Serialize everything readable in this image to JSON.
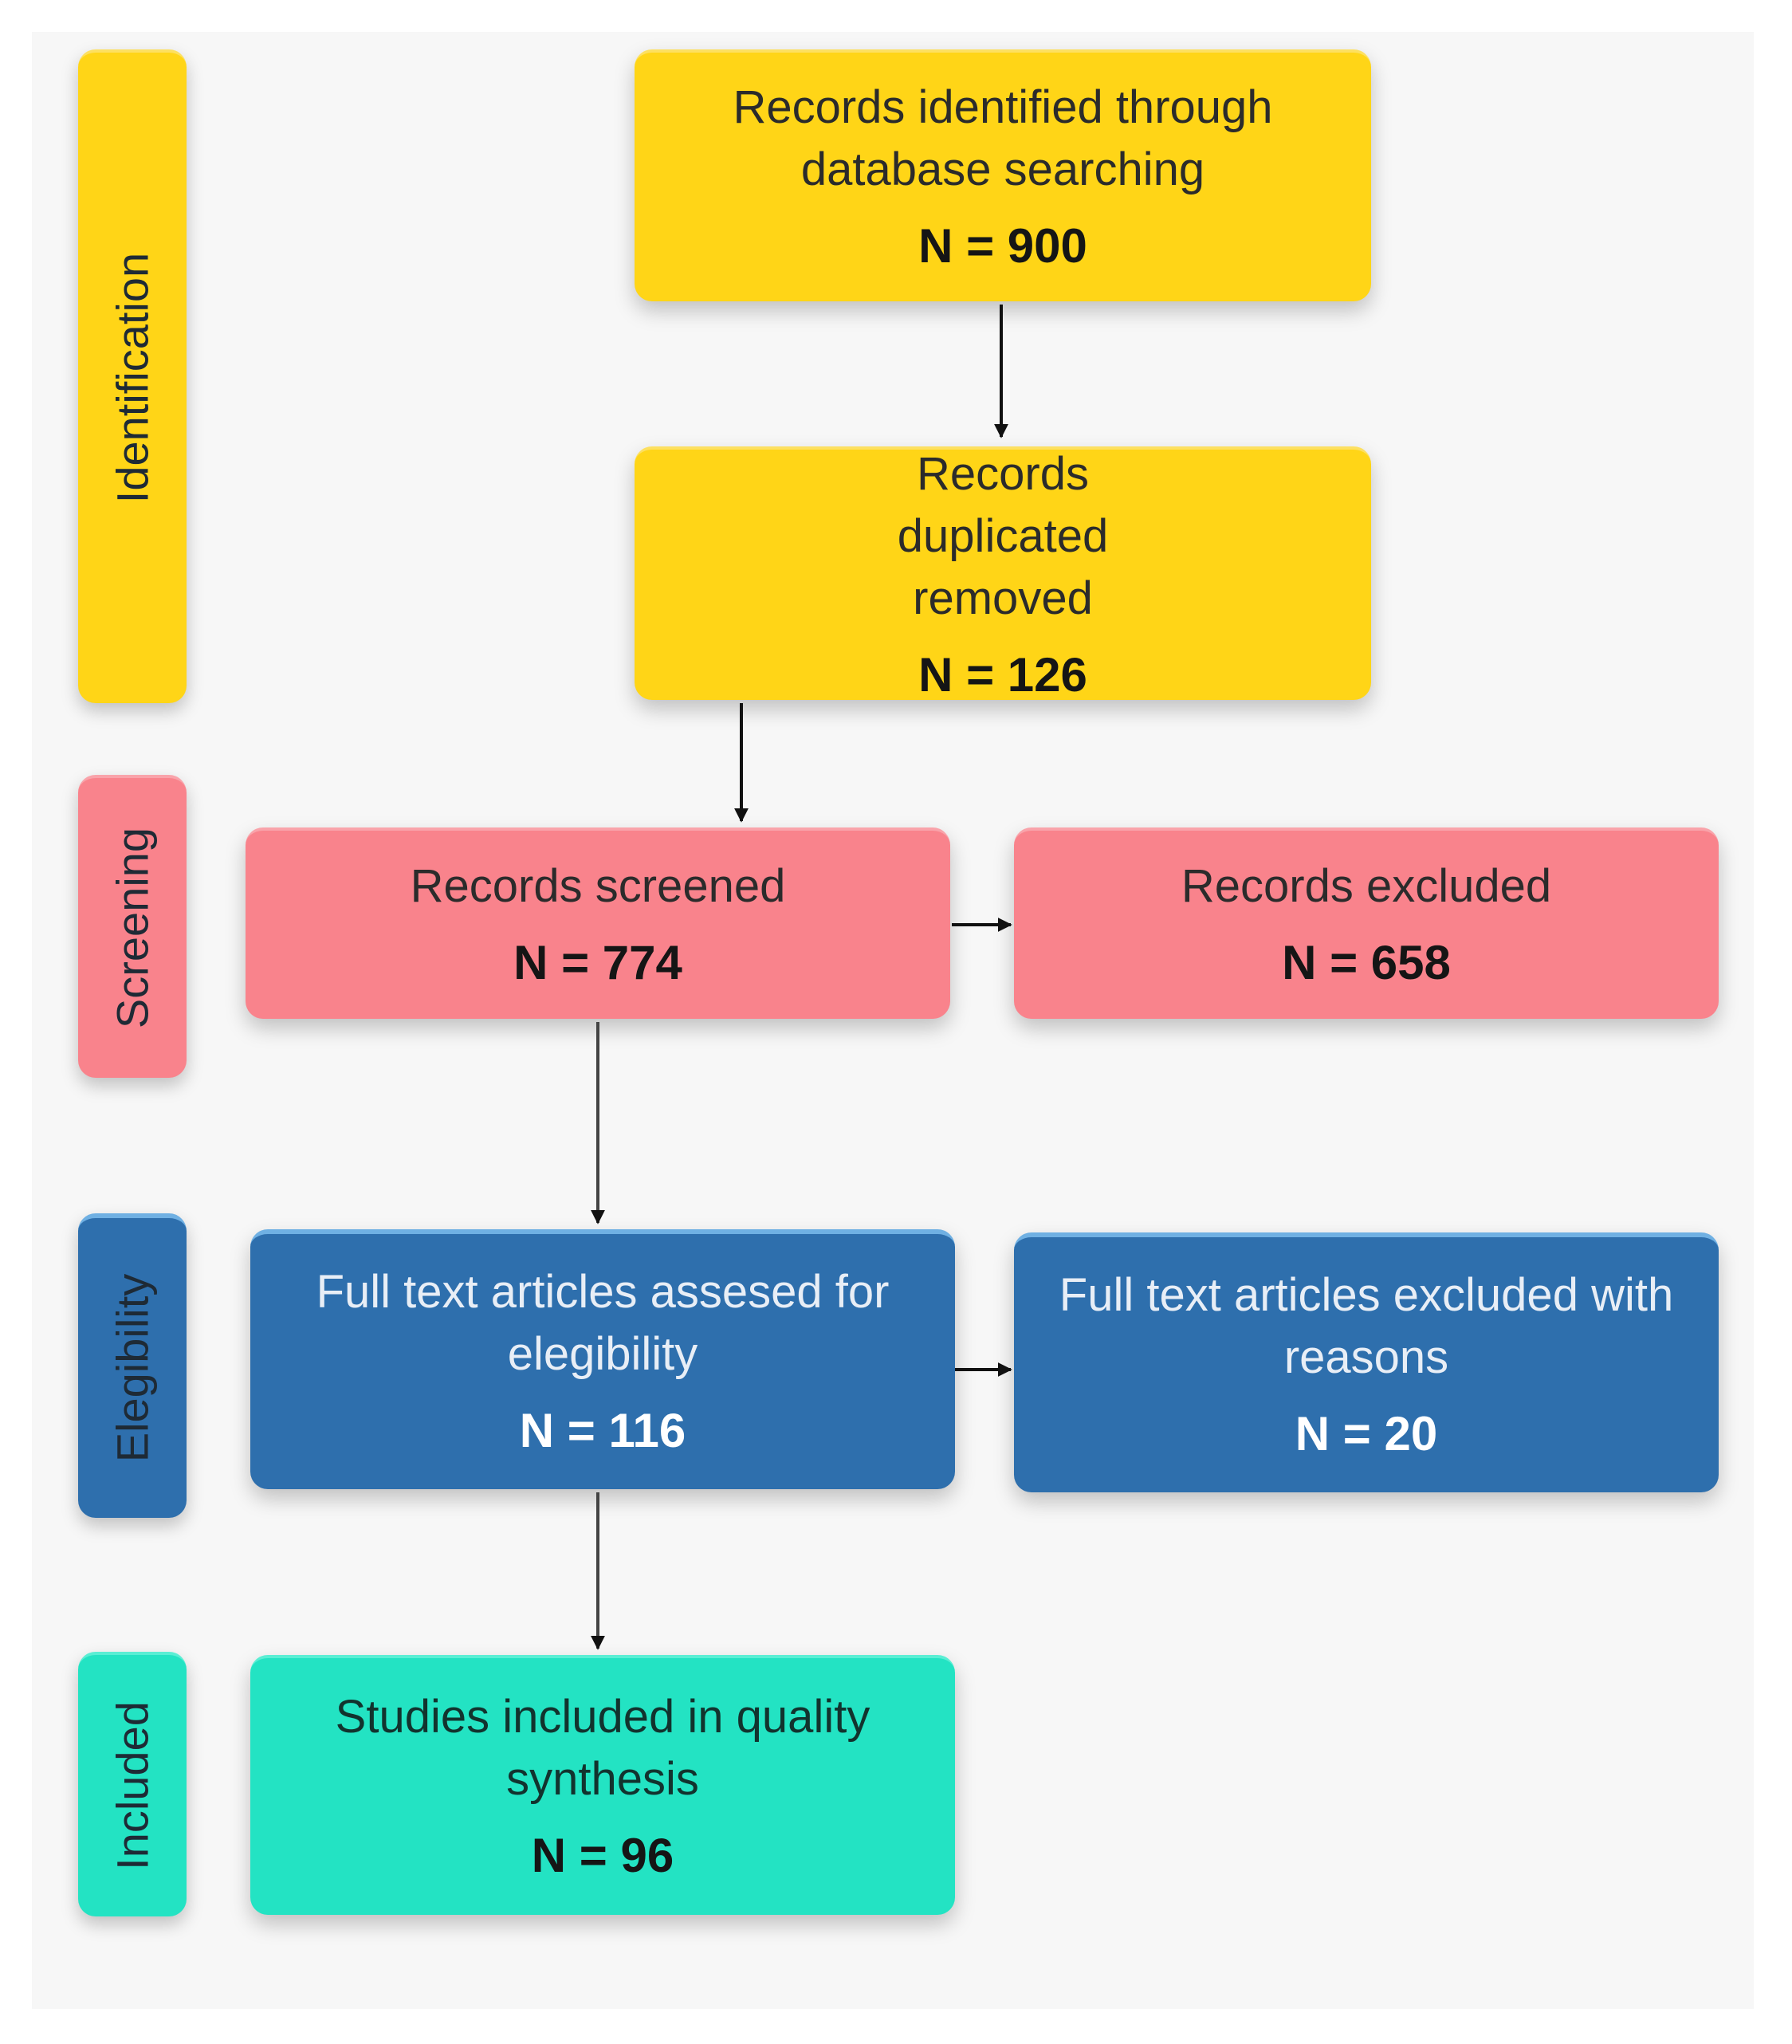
{
  "stages": {
    "identification": "Identification",
    "screening": "Screening",
    "eligibility": "Elegibility",
    "included": "Included"
  },
  "boxes": {
    "identified": {
      "label": "Records identified through database searching",
      "count": "N = 900"
    },
    "duplicates": {
      "label": "Records duplicated removed",
      "count": "N = 126"
    },
    "screened": {
      "label": "Records screened",
      "count": "N = 774"
    },
    "excluded": {
      "label": "Records excluded",
      "count": "N = 658"
    },
    "assessed": {
      "label": "Full text articles assesed for elegibility",
      "count": "N = 116"
    },
    "fulltext_excluded": {
      "label": "Full text articles excluded with reasons",
      "count": "N = 20"
    },
    "included": {
      "label": "Studies included in quality synthesis",
      "count": "N = 96"
    }
  },
  "colors": {
    "identification": "#ffd517",
    "screening": "#f9838c",
    "eligibility": "#2e6fad",
    "included": "#23e3c3",
    "arrow": "#111111"
  }
}
